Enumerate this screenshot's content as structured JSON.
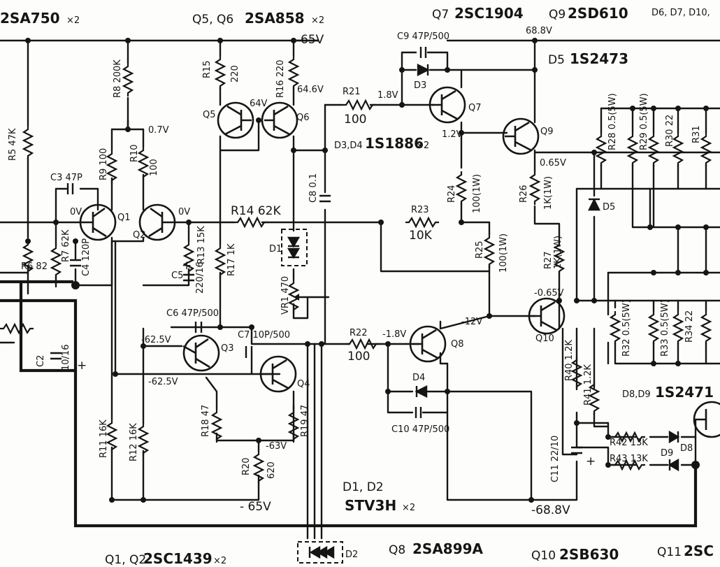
{
  "labels": {
    "hdr_2sa750": "2SA750",
    "hdr_2sa750_x": "×2",
    "hdr_q5q6": "Q5, Q6",
    "hdr_2sa858": "2SA858",
    "hdr_2sa858_x": "×2",
    "hdr_q7": "Q7",
    "hdr_2sc1904": "2SC1904",
    "hdr_q9": "Q9",
    "hdr_2sd610": "2SD610",
    "hdr_d6": "D6, D7, D10,",
    "d5_2": "D5",
    "d5_2_part": "1S2473",
    "d3d4": "D3,D4",
    "d3d4_part": "1S1886",
    "d3d4_x": "×2",
    "d8d9": "D8,D9",
    "d8d9_part": "1S2471",
    "d1d2_a": "D1, D2",
    "d1d2_b": "STV3H",
    "d1d2_x": "×2",
    "ftr_q2": "Q1, Q2",
    "ftr_2sc1439": "2SC1439",
    "ftr_2sc1439_x": "×2",
    "ftr_q8": "Q8",
    "ftr_2sa899a": "2SA899A",
    "ftr_q10": "Q10",
    "ftr_2sb630": "2SB630",
    "ftr_q11": "Q11",
    "ftr_2sc": "2SC",
    "v65": "65V",
    "v648": "64.6V",
    "v688": "68.8V",
    "v64": "64V",
    "v07": "0.7V",
    "v0a": "0V",
    "v0b": "0V",
    "v18": "1.8V",
    "v12": "1.2V",
    "v065": "0.65V",
    "vm065": "-0.65V",
    "vm12": "-12V",
    "vm18": "-1.8V",
    "vm625a": "-62.5V",
    "vm625b": "-62.5V",
    "vm63": "-63V",
    "vm65": "- 65V",
    "vm688": "-68.8V",
    "q1": "Q1",
    "q2": "Q2",
    "q3": "Q3",
    "q4": "Q4",
    "q5": "Q5",
    "q6": "Q6",
    "q7": "Q7",
    "q8": "Q8",
    "q9": "Q9",
    "q10": "Q10",
    "r5": "R5 47K",
    "r6": "R6 82",
    "r7": "R7 62K",
    "r8": "R8 200K",
    "r9": "R9 100",
    "r10": "R10",
    "r10v": "100",
    "r11": "R11 16K",
    "r12": "R12 16K",
    "r13": "R13 15K",
    "r14": "R14 62K",
    "r15": "R15",
    "r15v": "220",
    "r16": "R16 220",
    "r17": "R17 1K",
    "r18": "R18 47",
    "r19": "R19 47",
    "r20": "R20",
    "r20v": "620",
    "r21": "R21",
    "r21v": "100",
    "r22": "R22",
    "r22v": "100",
    "r23": "R23",
    "r23v": "10K",
    "r24": "R24",
    "r24v": "100(1W)",
    "r25": "R25",
    "r25v": "100(1W)",
    "r26": "R26",
    "r26v": "1K(1W)",
    "r27": "R27",
    "r27v": "1K(1W)",
    "r28": "R28 0.5(5W)",
    "r29": "R29 0.5(5W)",
    "r30": "R30 22",
    "r31": "R31",
    "r32": "R32 0.5(5W)",
    "r33": "R33 0.5(5W)",
    "r34": "R34 22",
    "r40": "R40 1.2K",
    "r41": "R41 1.2K",
    "r42": "R42 13K",
    "r43": "R43 13K",
    "c2": "C2",
    "c2v": "10/16",
    "c3": "C3 47P",
    "c4": "C4 120P",
    "c5": "C5",
    "c5v": "220/16",
    "c6": "C6 47P/500",
    "c7": "C7 10P/500",
    "c8": "C8 0.1",
    "c9": "C9 47P/500",
    "c10": "C10 47P/500",
    "c11": "C11 22/10",
    "vr1": "VR1 470",
    "d1": "D1",
    "d2": "D2",
    "d3": "D3",
    "d4": "D4",
    "d5": "D5",
    "d8": "D8",
    "d9": "D9",
    "plus1": "+",
    "plus2": "+",
    "plus3": "+"
  }
}
